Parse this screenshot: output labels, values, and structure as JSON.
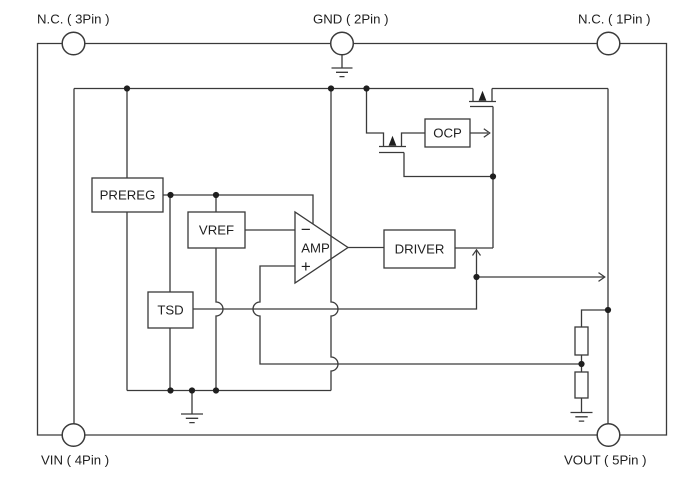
{
  "diagram": {
    "pins": {
      "nc3": {
        "label": "N.C. ( 3Pin )"
      },
      "gnd": {
        "label": "GND ( 2Pin )"
      },
      "nc1": {
        "label": "N.C. ( 1Pin )"
      },
      "vin": {
        "label": "VIN ( 4Pin )"
      },
      "vout": {
        "label": "VOUT ( 5Pin )"
      }
    },
    "blocks": {
      "prereg": {
        "label": "PREREG"
      },
      "vref": {
        "label": "VREF"
      },
      "tsd": {
        "label": "TSD"
      },
      "amp": {
        "label": "AMP",
        "minus": "−",
        "plus": "+"
      },
      "driver": {
        "label": "DRIVER"
      },
      "ocp": {
        "label": "OCP"
      }
    },
    "colors": {
      "line": "#3a3a3a",
      "text": "#1f1f1f",
      "background": "#ffffff"
    }
  }
}
